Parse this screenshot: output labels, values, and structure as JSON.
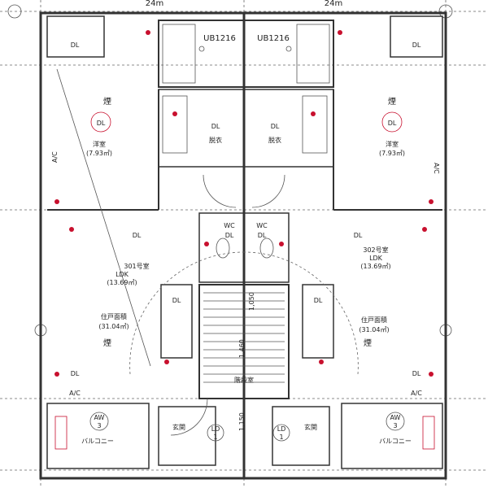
{
  "dims": {
    "left": "24m",
    "right": "24m"
  },
  "ub": {
    "left": "UB1216",
    "right": "UB1216"
  },
  "rooms": {
    "western_left": {
      "name": "洋室",
      "area": "(7.93㎡)"
    },
    "western_right": {
      "name": "洋室",
      "area": "(7.93㎡)"
    },
    "dressing_left": "脱衣",
    "dressing_right": "脱衣",
    "ldk_left": {
      "name": "301号室",
      "type": "LDK",
      "area": "(13.69㎡)",
      "floor": "住戸面積",
      "floor_area": "(31.04㎡)"
    },
    "ldk_right": {
      "name": "302号室",
      "type": "LDK",
      "area": "(13.69㎡)",
      "floor": "住戸面積",
      "floor_area": "(31.04㎡)"
    },
    "stair": "階段室",
    "entrance_left": "玄関",
    "entrance_right": "玄関",
    "balcony_left": "バルコニー",
    "balcony_right": "バルコニー"
  },
  "marks": {
    "dl": "DL",
    "ac": "A/C",
    "wc": "WC",
    "aw": "AW",
    "aw_num": "3",
    "ld": "LD",
    "ld_num": "1",
    "smoke": "煙",
    "dim_1050": "1,050",
    "dim_1460": "1,460",
    "dim_1150": "1,150"
  }
}
